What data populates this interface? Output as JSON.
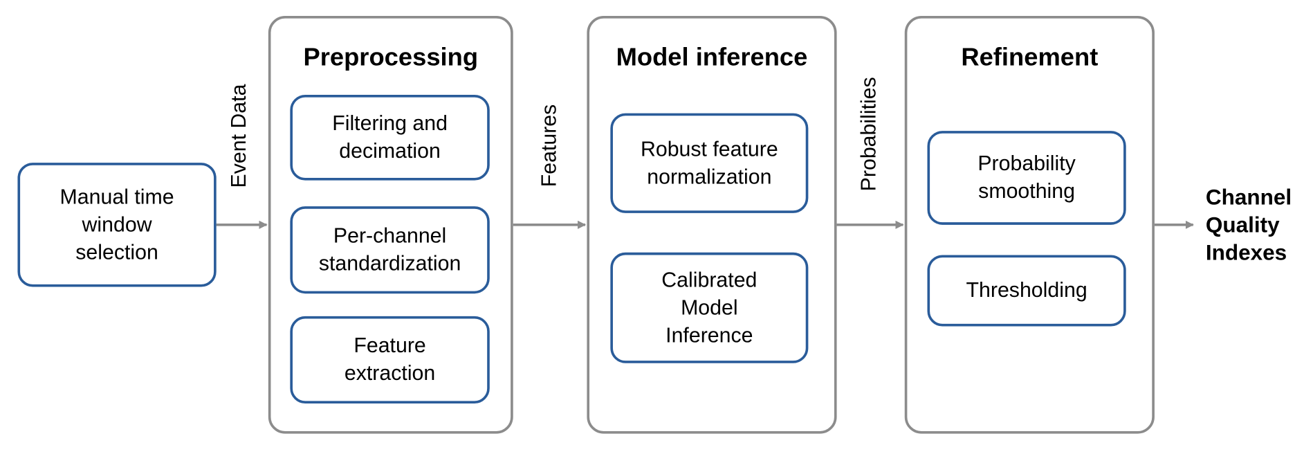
{
  "input_box": {
    "label": "Manual time\nwindow\nselection"
  },
  "edge_labels": {
    "event_data": "Event Data",
    "features": "Features",
    "probabilities": "Probabilities"
  },
  "panels": {
    "preprocessing": {
      "title": "Preprocessing",
      "steps": [
        "Filtering and\ndecimation",
        "Per-channel\nstandardization",
        "Feature\nextraction"
      ]
    },
    "model_inference": {
      "title": "Model inference",
      "steps": [
        "Robust feature\nnormalization",
        "Calibrated\nModel\nInference"
      ]
    },
    "refinement": {
      "title": "Refinement",
      "steps": [
        "Probability\nsmoothing",
        "Thresholding"
      ]
    }
  },
  "output": {
    "label": "Channel\nQuality\nIndexes"
  },
  "colors": {
    "panel_border": "#8c8c8c",
    "box_border": "#2a5c9a",
    "arrow_gray": "#8c8c8c",
    "arrow_blue": "#2a5c9a"
  }
}
